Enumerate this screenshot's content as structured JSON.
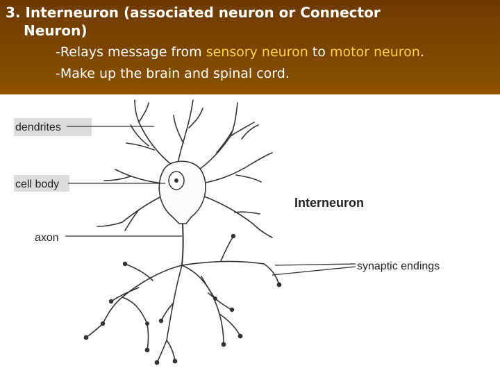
{
  "heading": {
    "line1": "3.  Interneuron (associated neuron or Connector",
    "line2": "Neuron)"
  },
  "bullets": {
    "b1_pre": "-Relays message from ",
    "b1_hl1": "sensory neuron",
    "b1_mid": " to ",
    "b1_hl2": "motor neuron",
    "b1_post": ".",
    "b2": "-Make up the brain and spinal cord."
  },
  "figure": {
    "labels": {
      "dendrites": "dendrites",
      "cell_body": "cell body",
      "axon": "axon",
      "interneuron": "Interneuron",
      "synaptic_endings": "synaptic endings"
    }
  },
  "colors": {
    "header_bg": "#7a4400",
    "header_text": "#ffffff",
    "highlight_text": "#ffd24a"
  }
}
